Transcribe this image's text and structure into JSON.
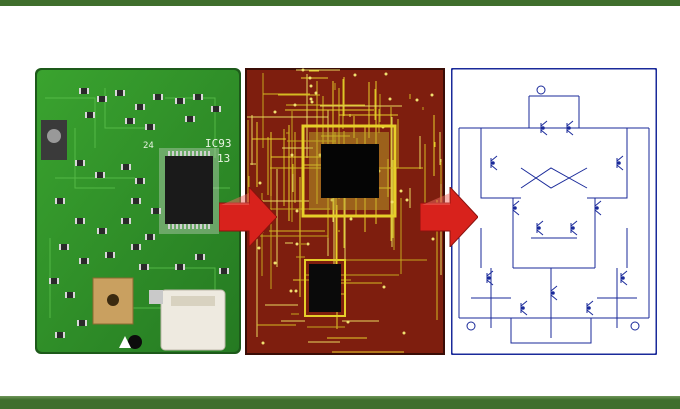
{
  "board": {
    "silkscreen": [
      "IC93",
      "13",
      "24"
    ]
  },
  "colors": {
    "banner_green": "#3f6e2c",
    "pcb_green": "#2f8f2a",
    "pcb_copper_red": "#8a2010",
    "pcb_trace_yellow": "#d9c21a",
    "schematic_wire": "#1a2a9a",
    "arrow_red": "#d8221c"
  },
  "icons": {
    "arrow_1": "arrow-right-icon",
    "arrow_2": "arrow-right-icon"
  }
}
